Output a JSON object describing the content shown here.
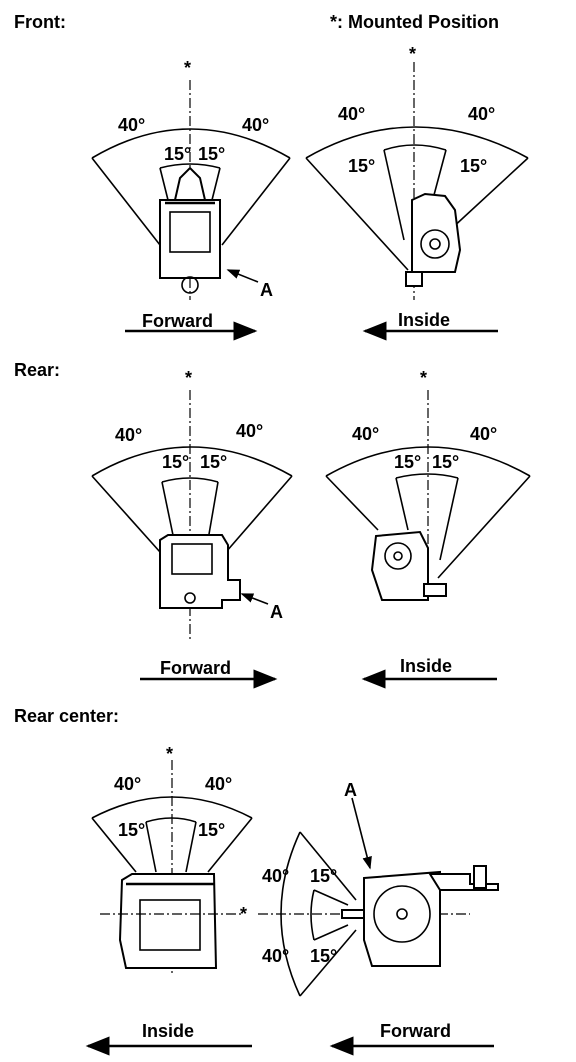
{
  "sections": {
    "front": "Front:",
    "rear": "Rear:",
    "rear_center": "Rear center:"
  },
  "mounted_note": "*: Mounted Position",
  "asterisk": "*",
  "angle_40": "40°",
  "angle_15": "15°",
  "part_label": "A",
  "directions": {
    "forward": "Forward",
    "inside": "Inside"
  }
}
